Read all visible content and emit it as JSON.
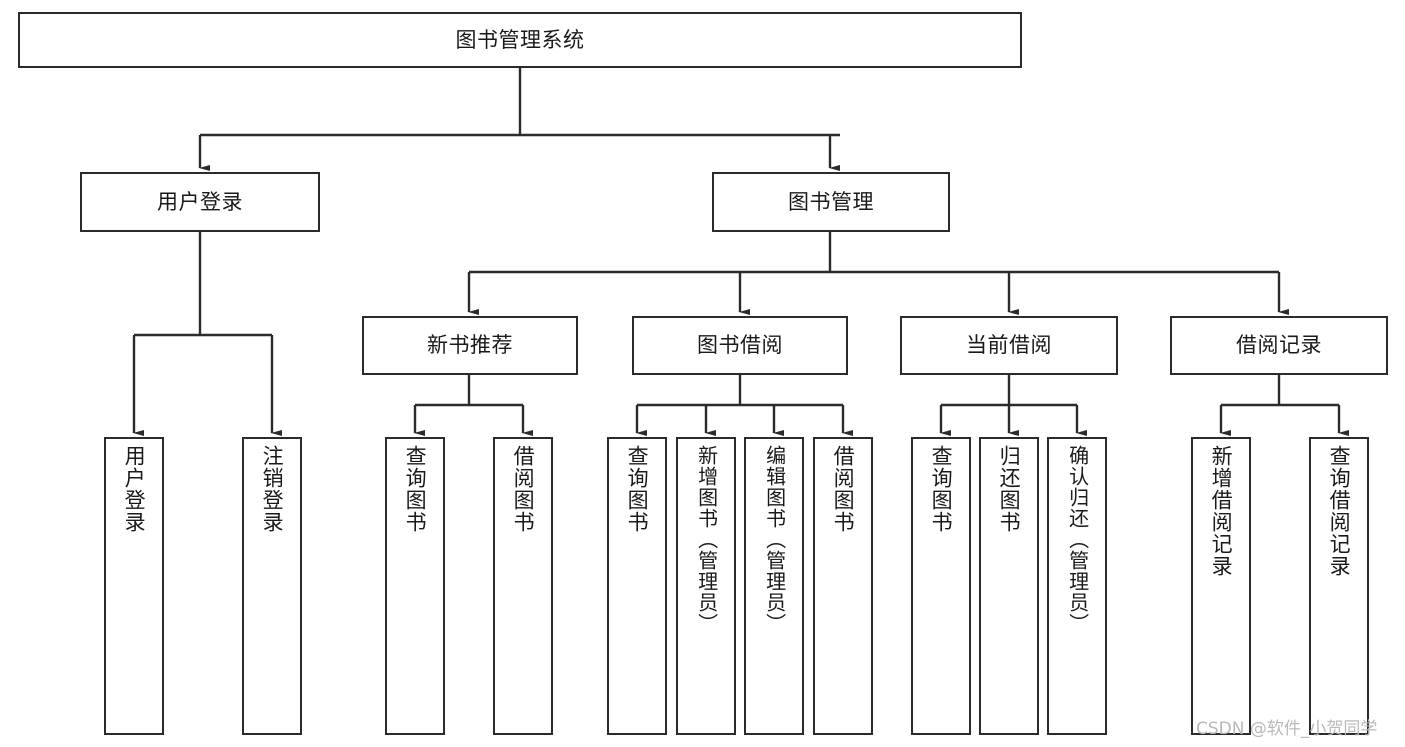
{
  "diagram": {
    "title": "图书管理系统",
    "type": "tree",
    "root": {
      "id": "root",
      "label": "图书管理系统"
    },
    "level2": [
      {
        "id": "user-login",
        "label": "用户登录"
      },
      {
        "id": "book-manage",
        "label": "图书管理"
      }
    ],
    "level3": [
      {
        "id": "new-book-recommend",
        "label": "新书推荐",
        "parent": "book-manage"
      },
      {
        "id": "book-borrow",
        "label": "图书借阅",
        "parent": "book-manage"
      },
      {
        "id": "current-borrow",
        "label": "当前借阅",
        "parent": "book-manage"
      },
      {
        "id": "borrow-record",
        "label": "借阅记录",
        "parent": "book-manage"
      }
    ],
    "leaves": [
      {
        "id": "leaf-user-login",
        "label": "用户登录",
        "parent": "user-login"
      },
      {
        "id": "leaf-logout-login",
        "label": "注销登录",
        "parent": "user-login"
      },
      {
        "id": "leaf-query-book-1",
        "label": "查询图书",
        "parent": "new-book-recommend"
      },
      {
        "id": "leaf-borrow-book-1",
        "label": "借阅图书",
        "parent": "new-book-recommend"
      },
      {
        "id": "leaf-query-book-2",
        "label": "查询图书",
        "parent": "book-borrow"
      },
      {
        "id": "leaf-add-book",
        "label": "新增图书（管理员）",
        "parent": "book-borrow"
      },
      {
        "id": "leaf-edit-book",
        "label": "编辑图书（管理员）",
        "parent": "book-borrow"
      },
      {
        "id": "leaf-borrow-book-2",
        "label": "借阅图书",
        "parent": "book-borrow"
      },
      {
        "id": "leaf-query-book-3",
        "label": "查询图书",
        "parent": "current-borrow"
      },
      {
        "id": "leaf-return-book",
        "label": "归还图书",
        "parent": "current-borrow"
      },
      {
        "id": "leaf-confirm-return",
        "label": "确认归还（管理员）",
        "parent": "current-borrow"
      },
      {
        "id": "leaf-add-record",
        "label": "新增借阅记录",
        "parent": "borrow-record"
      },
      {
        "id": "leaf-query-record",
        "label": "查询借阅记录",
        "parent": "borrow-record"
      }
    ],
    "colors": {
      "background": "#ffffff",
      "box_border": "#2b2b2b",
      "box_fill": "#ffffff",
      "connector": "#2b2b2b",
      "text": "#1a1a1a",
      "watermark": "#b9b9b9"
    }
  },
  "watermark": {
    "text": "CSDN @软件_小贺同学"
  }
}
